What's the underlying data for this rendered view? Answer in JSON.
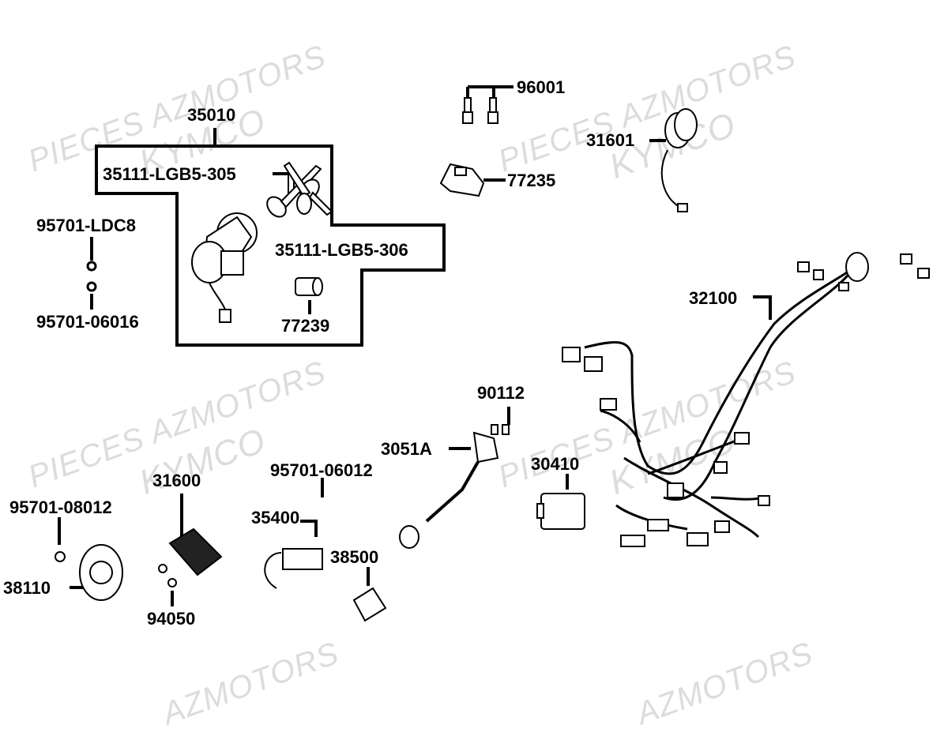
{
  "watermarks": {
    "pieces": "PIECES AZMOTORS",
    "kymco": "KYMCO",
    "azmotors": "AZMOTORS"
  },
  "labels": {
    "p35010": "35010",
    "p35111_305": "35111-LGB5-305",
    "p35111_306": "35111-LGB5-306",
    "p95701_ldc8": "95701-LDC8",
    "p95701_06016": "95701-06016",
    "p77239": "77239",
    "p96001": "96001",
    "p77235": "77235",
    "p31601": "31601",
    "p32100": "32100",
    "p90112": "90112",
    "p3051a": "3051A",
    "p30410": "30410",
    "p95701_06012": "95701-06012",
    "p35400": "35400",
    "p38500": "38500",
    "p31600": "31600",
    "p95701_08012": "95701-08012",
    "p38110": "38110",
    "p94050": "94050"
  }
}
